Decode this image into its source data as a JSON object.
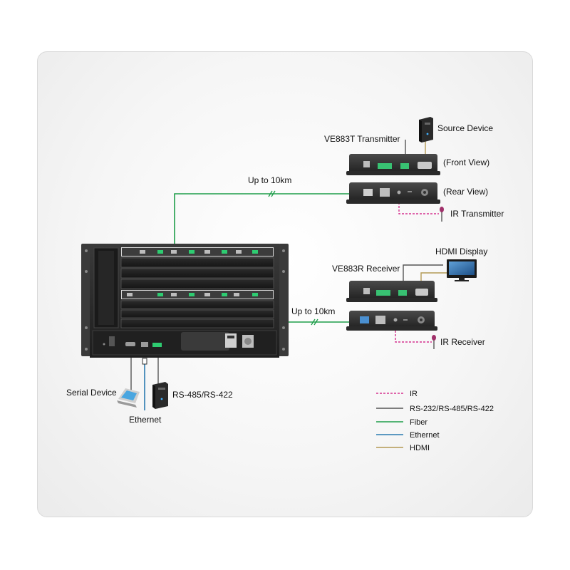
{
  "labels": {
    "source_device": "Source Device",
    "transmitter": "VE883T Transmitter",
    "front_view": "(Front View)",
    "rear_view": "(Rear View)",
    "ir_transmitter": "IR Transmitter",
    "distance_top": "Up to 10km",
    "hdmi_display": "HDMI Display",
    "receiver": "VE883R Receiver",
    "distance_bottom": "Up to 10km",
    "ir_receiver": "IR Receiver",
    "serial_device": "Serial Device",
    "rs485": "RS-485/RS-422",
    "ethernet": "Ethernet"
  },
  "legend": [
    {
      "label": "IR",
      "color": "#d6338f",
      "style": "dashed"
    },
    {
      "label": "RS-232/RS-485/RS-422",
      "color": "#555555",
      "style": "solid"
    },
    {
      "label": "Fiber",
      "color": "#1e9e4a",
      "style": "solid"
    },
    {
      "label": "Ethernet",
      "color": "#2a7bb0",
      "style": "solid"
    },
    {
      "label": "HDMI",
      "color": "#b39a55",
      "style": "solid"
    }
  ],
  "colors": {
    "fiber": "#1e9e4a",
    "ir": "#d6338f",
    "serial": "#555555",
    "ethernet": "#2a7bb0",
    "hdmi": "#b39a55"
  }
}
